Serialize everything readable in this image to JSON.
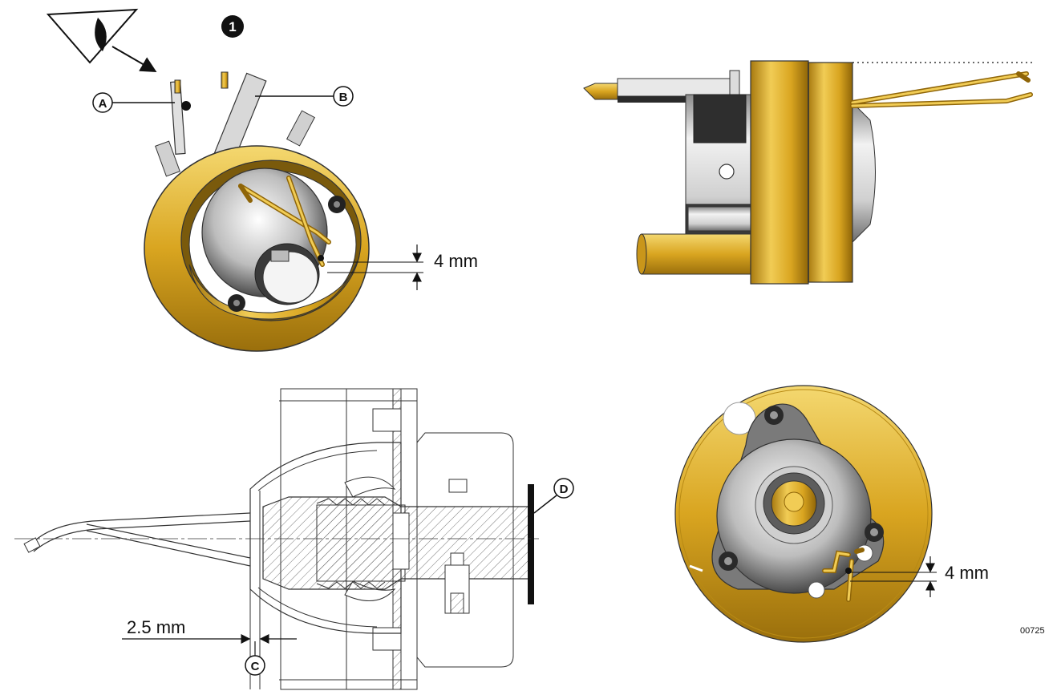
{
  "figure": {
    "step_number": "1",
    "image_code": "00725"
  },
  "callouts": {
    "a": "A",
    "b": "B",
    "c": "C",
    "d": "D"
  },
  "dimensions": {
    "pin_gap_top": "4 mm",
    "pin_gap_bottom": "4 mm",
    "tip_offset": "2.5 mm"
  },
  "colors": {
    "brass": "#d9a520",
    "brass_dark": "#a87a10",
    "brass_light": "#f1cc55",
    "steel": "#c8c8c8",
    "steel_dark": "#555555",
    "line": "#111111"
  },
  "icons": [
    "eye-icon",
    "view-direction-arrow-icon"
  ]
}
